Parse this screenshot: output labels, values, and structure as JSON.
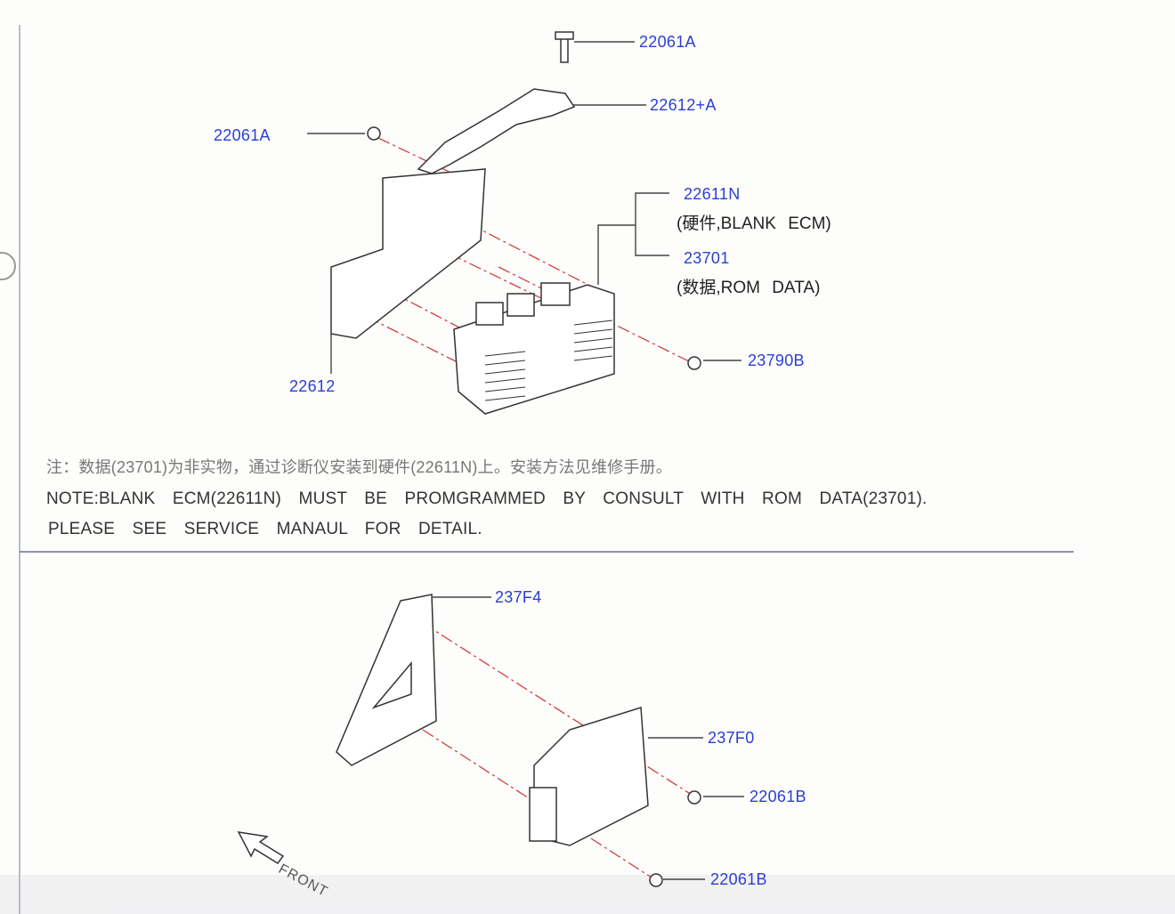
{
  "diagram": {
    "upper": {
      "labels": {
        "bolt_top": "22061A",
        "bracket_upper": "22612+A",
        "bolt_left": "22061A",
        "ecm_hw": "22611N",
        "ecm_hw_desc": "(硬件,BLANK ECM)",
        "rom_data": "23701",
        "rom_data_desc": "(数据,ROM DATA)",
        "nut": "23790B",
        "bracket": "22612"
      },
      "note_cn": "注：数据(23701)为非实物，通过诊断仪安装到硬件(22611N)上。安装方法见维修手册。",
      "note_en_1": "NOTE:BLANK ECM(22611N) MUST BE PROMGRAMMED BY CONSULT WITH ROM DATA(23701).",
      "note_en_2": "PLEASE SEE SERVICE MANAUL FOR DETAIL."
    },
    "lower": {
      "labels": {
        "bracket": "237F4",
        "module": "237F0",
        "nut_upper": "22061B",
        "nut_lower": "22061B"
      },
      "front_label": "FRONT"
    },
    "colors": {
      "label": "#2b3fd0",
      "leader": "#444444",
      "centerline": "#d04040"
    }
  }
}
